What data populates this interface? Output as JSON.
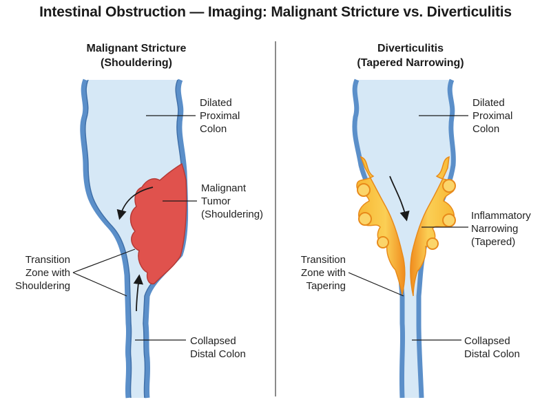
{
  "title": "Intestinal Obstruction — Imaging: Malignant Stricture vs. Diverticulitis",
  "left_panel": {
    "heading": [
      "Malignant Stricture",
      "(Shouldering)"
    ],
    "labels": {
      "proximal": [
        "Dilated",
        "Proximal",
        "Colon"
      ],
      "tumor": [
        "Malignant",
        "Tumor",
        "(Shouldering)"
      ],
      "transition": [
        "Transition",
        "Zone with",
        "Shouldering"
      ],
      "distal": [
        "Collapsed",
        "Distal Colon"
      ]
    }
  },
  "right_panel": {
    "heading": [
      "Diverticulitis",
      "(Tapered Narrowing)"
    ],
    "labels": {
      "proximal": [
        "Dilated",
        "Proximal",
        "Colon"
      ],
      "inflammation": [
        "Inflammatory",
        "Narrowing",
        "(Tapered)"
      ],
      "transition": [
        "Transition",
        "Zone with",
        "Tapering"
      ],
      "distal": [
        "Collapsed",
        "Distal Colon"
      ]
    }
  },
  "colors": {
    "wall": "#5b8fc9",
    "wall_dark": "#3f6fa8",
    "lumen": "#d6e8f6",
    "tumor": "#e0524d",
    "inflammation": "#f5a623",
    "inflammation_light": "#fbd56a",
    "leader": "#1a1a1a"
  }
}
